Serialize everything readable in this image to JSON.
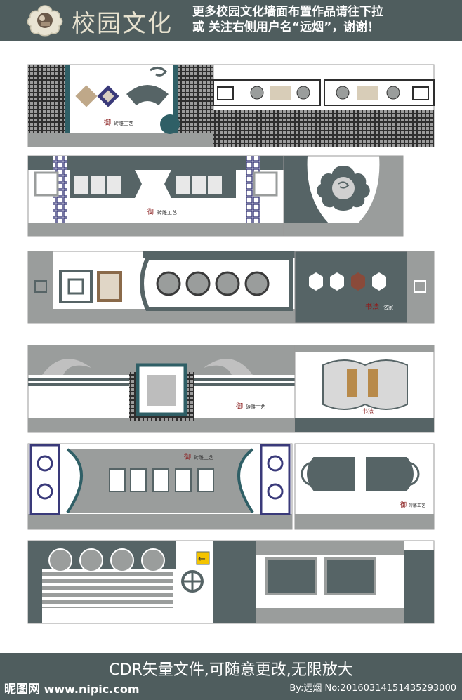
{
  "header": {
    "brand": "校园文化",
    "notice_line1": "更多校园文化墙面布置作品请往下拉",
    "notice_line2": "或 关注右侧用户名“远烟”，谢谢！"
  },
  "labels": {
    "brick_carving_craft": "砖雕工艺",
    "brick_carving_char": "御",
    "famous_calligraphy": "名家",
    "calligraphy_char": "书法"
  },
  "footer": {
    "caption": "CDR矢量文件,可随意更改,无限放大",
    "site_mark": "昵图网",
    "site_url": "www.nipic.com",
    "author_id": "By:远烟 No:20160314151435293000"
  },
  "colors": {
    "bar": "#4f5d5e",
    "panel_gray": "#9a9d9c",
    "dark_slate": "#566466",
    "navy": "#3a3a7a",
    "teal": "#2f5f66"
  }
}
